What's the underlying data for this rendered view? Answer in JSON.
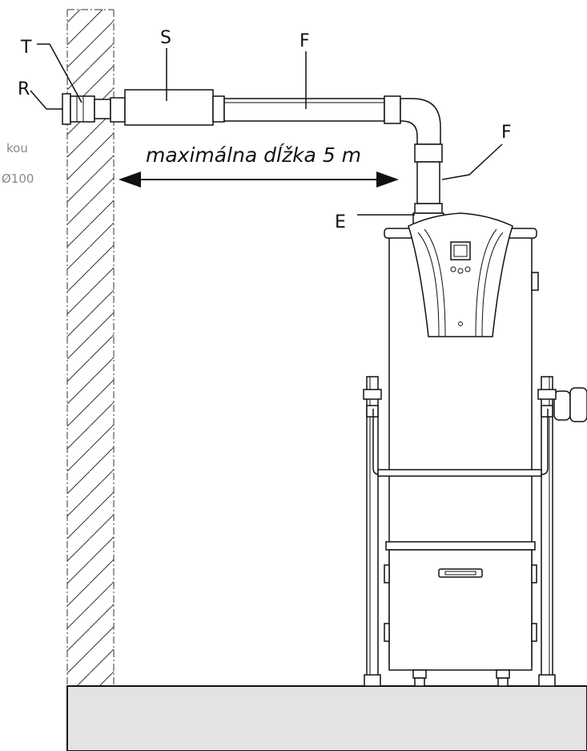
{
  "labels": {
    "T": "T",
    "R": "R",
    "S": "S",
    "F_top": "F",
    "F_right": "F",
    "E": "E"
  },
  "dimension": {
    "text": "maximálna dĺžka 5 m"
  },
  "side_text": {
    "line1": "kou",
    "line2": "Ø100"
  },
  "colors": {
    "line": "#111111",
    "floor_fill": "#e3e3e3",
    "side_text": "#8a8a8a"
  }
}
